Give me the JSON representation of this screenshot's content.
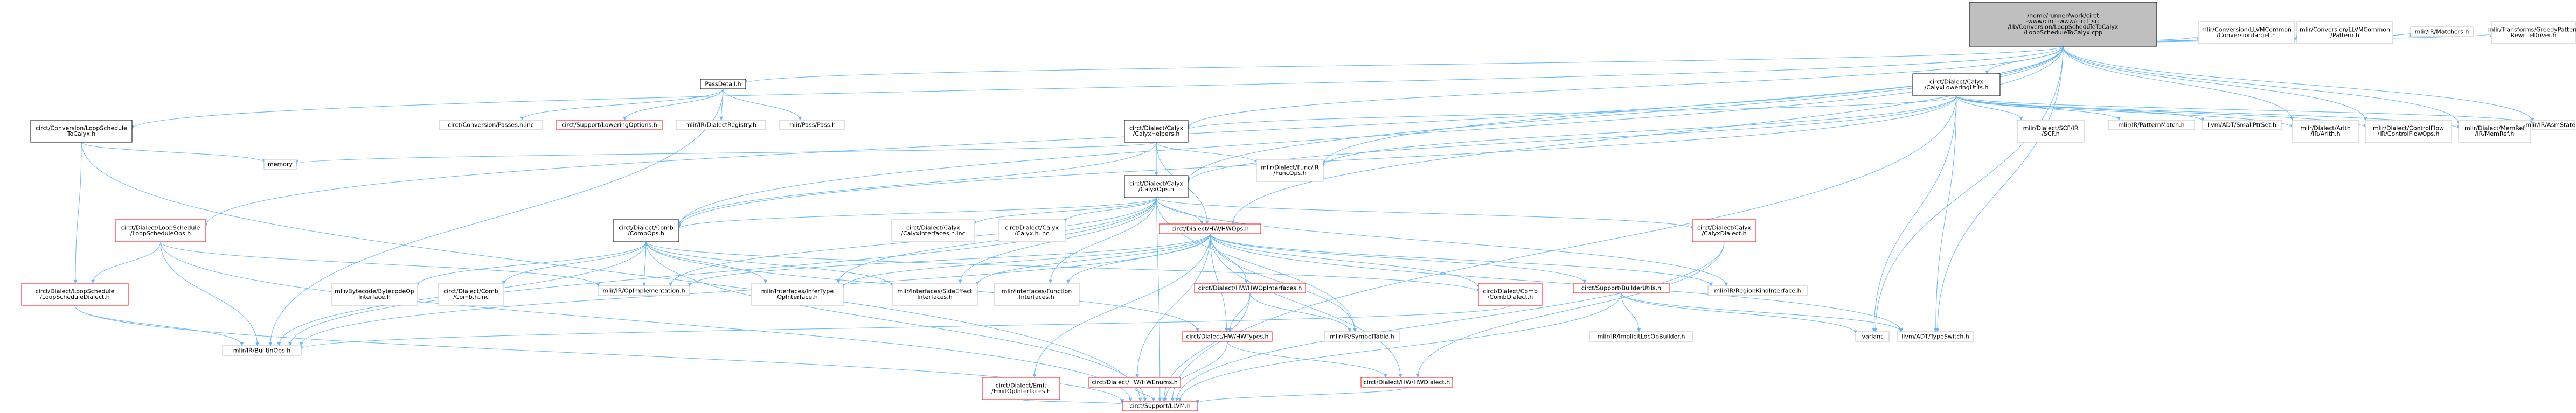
{
  "graph": {
    "nodes": [
      {
        "id": "root",
        "lines": [
          "/home/runner/work/circt",
          "-www/circt-www/circt_src",
          "/lib/Conversion/LoopScheduleToCalyx",
          "/LoopScheduleToCalyx.cpp"
        ],
        "style": "root"
      },
      {
        "id": "passdetail",
        "lines": [
          "PassDetail.h"
        ],
        "style": "normal"
      },
      {
        "id": "conv_lstc",
        "lines": [
          "circt/Conversion/LoopSchedule",
          "ToCalyx.h"
        ],
        "style": "normal"
      },
      {
        "id": "calyx_helpers",
        "lines": [
          "circt/Dialect/Calyx",
          "/CalyxHelpers.h"
        ],
        "style": "normal"
      },
      {
        "id": "calyx_lowering",
        "lines": [
          "circt/Dialect/Calyx",
          "/CalyxLoweringUtils.h"
        ],
        "style": "normal"
      },
      {
        "id": "ls_ops",
        "lines": [
          "circt/Dialect/LoopSchedule",
          "/LoopScheduleOps.h"
        ],
        "style": "red"
      },
      {
        "id": "ls_dialect",
        "lines": [
          "circt/Dialect/LoopSchedule",
          "/LoopScheduleDialect.h"
        ],
        "style": "red"
      },
      {
        "id": "memory",
        "lines": [
          "memory"
        ],
        "style": "gray"
      },
      {
        "id": "conv_passes",
        "lines": [
          "circt/Conversion/Passes.h.inc"
        ],
        "style": "gray"
      },
      {
        "id": "support_lowering",
        "lines": [
          "circt/Support/LoweringOptions.h"
        ],
        "style": "red"
      },
      {
        "id": "ir_registry",
        "lines": [
          "mlir/IR/DialectRegistry.h"
        ],
        "style": "gray"
      },
      {
        "id": "pass",
        "lines": [
          "mlir/Pass/Pass.h"
        ],
        "style": "gray"
      },
      {
        "id": "calyx_ops",
        "lines": [
          "circt/Dialect/Calyx",
          "/CalyxOps.h"
        ],
        "style": "normal"
      },
      {
        "id": "func_ops",
        "lines": [
          "mlir/Dialect/Func/IR",
          "/FuncOps.h"
        ],
        "style": "gray"
      },
      {
        "id": "comb_ops",
        "lines": [
          "circt/Dialect/Comb",
          "/CombOps.h"
        ],
        "style": "normal"
      },
      {
        "id": "calyx_iface",
        "lines": [
          "circt/Dialect/Calyx",
          "/CalyxInterfaces.h.inc"
        ],
        "style": "gray"
      },
      {
        "id": "calyx_h_inc",
        "lines": [
          "circt/Dialect/Calyx",
          "/Calyx.h.inc"
        ],
        "style": "gray"
      },
      {
        "id": "hw_ops",
        "lines": [
          "circt/Dialect/HW/HWOps.h"
        ],
        "style": "red"
      },
      {
        "id": "calyx_dialect",
        "lines": [
          "circt/Dialect/Calyx",
          "/CalyxDialect.h"
        ],
        "style": "red"
      },
      {
        "id": "builtin_ops",
        "lines": [
          "mlir/IR/BuiltinOps.h"
        ],
        "style": "gray"
      },
      {
        "id": "bytecode",
        "lines": [
          "mlir/Bytecode/BytecodeOp",
          "Interface.h"
        ],
        "style": "gray"
      },
      {
        "id": "comb_h_inc",
        "lines": [
          "circt/Dialect/Comb",
          "/Comb.h.inc"
        ],
        "style": "gray"
      },
      {
        "id": "op_impl",
        "lines": [
          "mlir/IR/OpImplementation.h"
        ],
        "style": "gray"
      },
      {
        "id": "infertype",
        "lines": [
          "mlir/Interfaces/InferType",
          "OpInterface.h"
        ],
        "style": "gray"
      },
      {
        "id": "sideeffect",
        "lines": [
          "mlir/Interfaces/SideEffect",
          "Interfaces.h"
        ],
        "style": "gray"
      },
      {
        "id": "function_if",
        "lines": [
          "mlir/Interfaces/Function",
          "Interfaces.h"
        ],
        "style": "gray"
      },
      {
        "id": "hw_opinterfaces",
        "lines": [
          "circt/Dialect/HW/HWOpInterfaces.h"
        ],
        "style": "red"
      },
      {
        "id": "comb_dialect",
        "lines": [
          "circt/Dialect/Comb",
          "/CombDialect.h"
        ],
        "style": "red"
      },
      {
        "id": "builder_utils",
        "lines": [
          "circt/Support/BuilderUtils.h"
        ],
        "style": "red"
      },
      {
        "id": "regionkind",
        "lines": [
          "mlir/IR/RegionKindInterface.h"
        ],
        "style": "gray"
      },
      {
        "id": "hw_types",
        "lines": [
          "circt/Dialect/HW/HWTypes.h"
        ],
        "style": "red"
      },
      {
        "id": "symboltable",
        "lines": [
          "mlir/IR/SymbolTable.h"
        ],
        "style": "gray"
      },
      {
        "id": "implicitloc",
        "lines": [
          "mlir/IR/ImplicitLocOpBuilder.h"
        ],
        "style": "gray"
      },
      {
        "id": "variant",
        "lines": [
          "variant"
        ],
        "style": "gray"
      },
      {
        "id": "typeswitch",
        "lines": [
          "llvm/ADT/TypeSwitch.h"
        ],
        "style": "gray"
      },
      {
        "id": "emit_if",
        "lines": [
          "circt/Dialect/Emit",
          "/EmitOpInterfaces.h"
        ],
        "style": "red"
      },
      {
        "id": "hw_enums",
        "lines": [
          "circt/Dialect/HW/HWEnums.h"
        ],
        "style": "red"
      },
      {
        "id": "hw_dialect",
        "lines": [
          "circt/Dialect/HW/HWDialect.h"
        ],
        "style": "red"
      },
      {
        "id": "support_llvm",
        "lines": [
          "circt/Support/LLVM.h"
        ],
        "style": "red"
      },
      {
        "id": "scf",
        "lines": [
          "mlir/Dialect/SCF/IR",
          "/SCF.h"
        ],
        "style": "gray"
      },
      {
        "id": "patternmatch",
        "lines": [
          "mlir/IR/PatternMatch.h"
        ],
        "style": "gray"
      },
      {
        "id": "smallptrset",
        "lines": [
          "llvm/ADT/SmallPtrSet.h"
        ],
        "style": "gray"
      },
      {
        "id": "arith",
        "lines": [
          "mlir/Dialect/Arith",
          "/IR/Arith.h"
        ],
        "style": "gray"
      },
      {
        "id": "controlflow",
        "lines": [
          "mlir/Dialect/ControlFlow",
          "/IR/ControlFlowOps.h"
        ],
        "style": "gray"
      },
      {
        "id": "memref",
        "lines": [
          "mlir/Dialect/MemRef",
          "/IR/MemRef.h"
        ],
        "style": "gray"
      },
      {
        "id": "asmstate",
        "lines": [
          "mlir/IR/AsmState.h"
        ],
        "style": "gray"
      },
      {
        "id": "conv_llvmtarget",
        "lines": [
          "mlir/Conversion/LLVMCommon",
          "/ConversionTarget.h"
        ],
        "style": "gray"
      },
      {
        "id": "conv_llvmpattern",
        "lines": [
          "mlir/Conversion/LLVMCommon",
          "/Pattern.h"
        ],
        "style": "gray"
      },
      {
        "id": "matchers",
        "lines": [
          "mlir/IR/Matchers.h"
        ],
        "style": "gray"
      },
      {
        "id": "greedy",
        "lines": [
          "mlir/Transforms/GreedyPattern",
          "RewriteDriver.h"
        ],
        "style": "gray"
      }
    ],
    "edges": [
      [
        "root",
        "passdetail"
      ],
      [
        "root",
        "conv_lstc"
      ],
      [
        "root",
        "calyx_helpers"
      ],
      [
        "root",
        "calyx_lowering"
      ],
      [
        "root",
        "ls_ops"
      ],
      [
        "root",
        "calyx_ops"
      ],
      [
        "root",
        "func_ops"
      ],
      [
        "root",
        "comb_ops"
      ],
      [
        "root",
        "hw_ops"
      ],
      [
        "root",
        "variant"
      ],
      [
        "root",
        "typeswitch"
      ],
      [
        "root",
        "arith"
      ],
      [
        "root",
        "controlflow"
      ],
      [
        "root",
        "memref"
      ],
      [
        "root",
        "asmstate"
      ],
      [
        "root",
        "conv_llvmtarget"
      ],
      [
        "root",
        "conv_llvmpattern"
      ],
      [
        "root",
        "matchers"
      ],
      [
        "root",
        "greedy"
      ],
      [
        "passdetail",
        "conv_passes"
      ],
      [
        "passdetail",
        "support_lowering"
      ],
      [
        "passdetail",
        "ir_registry"
      ],
      [
        "passdetail",
        "pass"
      ],
      [
        "passdetail",
        "builtin_ops"
      ],
      [
        "conv_lstc",
        "memory"
      ],
      [
        "conv_lstc",
        "ls_dialect"
      ],
      [
        "conv_lstc",
        "support_llvm"
      ],
      [
        "ls_ops",
        "ls_dialect"
      ],
      [
        "ls_ops",
        "builtin_ops"
      ],
      [
        "ls_ops",
        "op_impl"
      ],
      [
        "ls_ops",
        "support_llvm"
      ],
      [
        "ls_dialect",
        "builtin_ops"
      ],
      [
        "ls_dialect",
        "support_llvm"
      ],
      [
        "calyx_helpers",
        "memory"
      ],
      [
        "calyx_helpers",
        "calyx_ops"
      ],
      [
        "calyx_helpers",
        "func_ops"
      ],
      [
        "calyx_helpers",
        "comb_ops"
      ],
      [
        "calyx_helpers",
        "hw_ops"
      ],
      [
        "calyx_helpers",
        "support_llvm"
      ],
      [
        "calyx_lowering",
        "calyx_helpers"
      ],
      [
        "calyx_lowering",
        "calyx_ops"
      ],
      [
        "calyx_lowering",
        "func_ops"
      ],
      [
        "calyx_lowering",
        "scf"
      ],
      [
        "calyx_lowering",
        "patternmatch"
      ],
      [
        "calyx_lowering",
        "smallptrset"
      ],
      [
        "calyx_lowering",
        "arith"
      ],
      [
        "calyx_lowering",
        "controlflow"
      ],
      [
        "calyx_lowering",
        "memref"
      ],
      [
        "calyx_lowering",
        "asmstate"
      ],
      [
        "calyx_lowering",
        "variant"
      ],
      [
        "calyx_lowering",
        "typeswitch"
      ],
      [
        "calyx_lowering",
        "support_llvm"
      ],
      [
        "calyx_lowering",
        "comb_ops"
      ],
      [
        "calyx_ops",
        "calyx_dialect"
      ],
      [
        "calyx_ops",
        "calyx_iface"
      ],
      [
        "calyx_ops",
        "calyx_h_inc"
      ],
      [
        "calyx_ops",
        "hw_ops"
      ],
      [
        "calyx_ops",
        "comb_ops"
      ],
      [
        "calyx_ops",
        "op_impl"
      ],
      [
        "calyx_ops",
        "infertype"
      ],
      [
        "calyx_ops",
        "sideeffect"
      ],
      [
        "calyx_ops",
        "function_if"
      ],
      [
        "calyx_ops",
        "regionkind"
      ],
      [
        "calyx_ops",
        "symboltable"
      ],
      [
        "calyx_ops",
        "builtin_ops"
      ],
      [
        "comb_ops",
        "comb_dialect"
      ],
      [
        "comb_ops",
        "bytecode"
      ],
      [
        "comb_ops",
        "comb_h_inc"
      ],
      [
        "comb_ops",
        "op_impl"
      ],
      [
        "comb_ops",
        "infertype"
      ],
      [
        "comb_ops",
        "sideeffect"
      ],
      [
        "comb_ops",
        "hw_types"
      ],
      [
        "comb_ops",
        "builtin_ops"
      ],
      [
        "comb_ops",
        "support_llvm"
      ],
      [
        "hw_ops",
        "hw_opinterfaces"
      ],
      [
        "hw_ops",
        "comb_dialect"
      ],
      [
        "hw_ops",
        "builder_utils"
      ],
      [
        "hw_ops",
        "regionkind"
      ],
      [
        "hw_ops",
        "hw_types"
      ],
      [
        "hw_ops",
        "symboltable"
      ],
      [
        "hw_ops",
        "emit_if"
      ],
      [
        "hw_ops",
        "hw_enums"
      ],
      [
        "hw_ops",
        "hw_dialect"
      ],
      [
        "hw_ops",
        "op_impl"
      ],
      [
        "hw_ops",
        "infertype"
      ],
      [
        "hw_ops",
        "sideeffect"
      ],
      [
        "hw_ops",
        "function_if"
      ],
      [
        "hw_ops",
        "builtin_ops"
      ],
      [
        "hw_ops",
        "typeswitch"
      ],
      [
        "calyx_dialect",
        "hw_dialect"
      ],
      [
        "calyx_dialect",
        "support_llvm"
      ],
      [
        "hw_opinterfaces",
        "hw_types"
      ],
      [
        "hw_opinterfaces",
        "symboltable"
      ],
      [
        "hw_opinterfaces",
        "support_llvm"
      ],
      [
        "comb_dialect",
        "builtin_ops"
      ],
      [
        "builder_utils",
        "implicitloc"
      ],
      [
        "builder_utils",
        "variant"
      ],
      [
        "builder_utils",
        "typeswitch"
      ],
      [
        "builder_utils",
        "support_llvm"
      ],
      [
        "hw_types",
        "hw_dialect"
      ],
      [
        "hw_types",
        "support_llvm"
      ],
      [
        "emit_if",
        "support_llvm"
      ],
      [
        "hw_enums",
        "support_llvm"
      ],
      [
        "hw_dialect",
        "support_llvm"
      ]
    ]
  }
}
